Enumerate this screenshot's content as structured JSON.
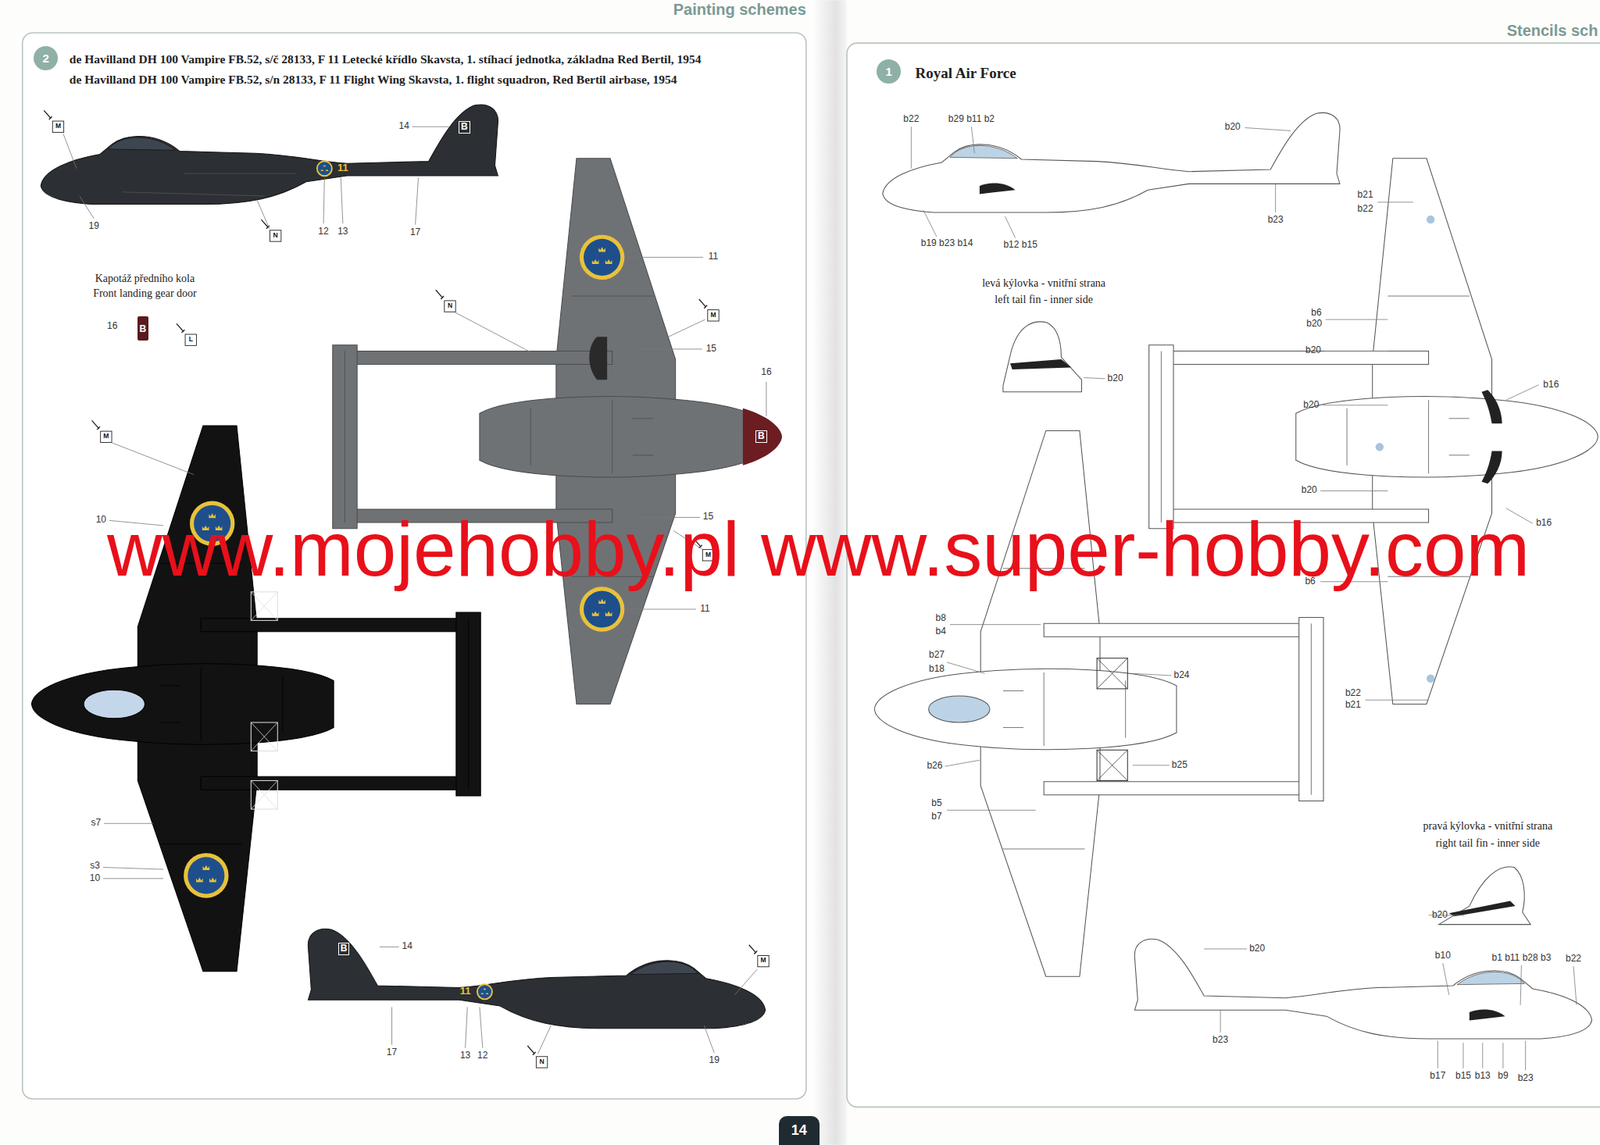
{
  "diagram": {
    "nodes": [
      {
        "text": [
          "2"
        ]
      },
      {
        "text": [
          "B"
        ]
      },
      {
        "text": [
          "1"
        ]
      },
      {
        "text": [
          "14"
        ]
      }
    ],
    "labels": [
      "Painting schemes",
      "de Havilland DH 100 Vampire FB.52, s/č 28133, F 11 Letecké křídlo Skavsta, 1. stíhací jednotka, základna Red Bertil, 1954",
      "de Havilland DH 100 Vampire FB.52, s/n 28133, F 11 Flight Wing Skavsta, 1. flight squadron, Red Bertil airbase, 1954",
      "M",
      "14",
      "B",
      "11",
      "19",
      "N",
      "12",
      "13",
      "17",
      "Kapotáž předního kola",
      "Front landing gear door",
      "16",
      "L",
      "N",
      "M",
      "11",
      "15",
      "16",
      "B",
      "M",
      "10",
      "15",
      "M",
      "11",
      "s7",
      "s3",
      "10",
      "14",
      "B",
      "11",
      "M",
      "17",
      "13",
      "12",
      "N",
      "19",
      "www.mojehobby.pl www.super-hobby.com",
      "Stencils sch",
      "Royal Air Force",
      "b22",
      "b29 b11 b2",
      "b20",
      "b23",
      "b19 b23 b14",
      "b12 b15",
      "b21",
      "b22",
      "levá kýlovka - vnitřní strana",
      "left tail fin - inner side",
      "b20",
      "b6",
      "b20",
      "b20",
      "b16",
      "b20",
      "b20",
      "b16",
      "b6",
      "b22",
      "b21",
      "b8",
      "b4",
      "b27",
      "b18",
      "b24",
      "b26",
      "b25",
      "b5",
      "b7",
      "pravá kýlovka - vnitřní strana",
      "right tail fin - inner side",
      "b20",
      "b20",
      "b10",
      "b1 b11 b28 b3",
      "b22",
      "b23",
      "b17",
      "b15",
      "b13",
      "b9",
      "b23"
    ]
  }
}
